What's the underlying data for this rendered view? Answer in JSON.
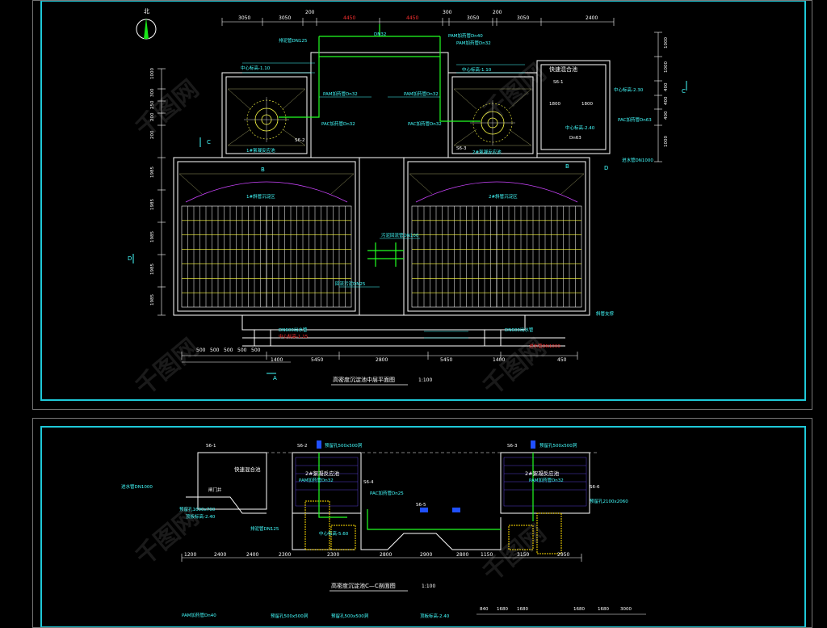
{
  "north_label": "北",
  "plan": {
    "title": "高密度沉淀池中层平面图",
    "scale": "1:100",
    "top_dims": [
      "3050",
      "3050",
      "200",
      "4450",
      "4450",
      "300",
      "3050",
      "200",
      "3050",
      "2400"
    ],
    "bottom_dims_a": [
      "500",
      "500",
      "500",
      "500",
      "500"
    ],
    "bottom_dims_b": [
      "5450",
      "2800",
      "5450",
      "1400",
      "1400",
      "450"
    ],
    "left_dims": [
      "1000",
      "300",
      "250",
      "200",
      "200",
      "1985",
      "1985",
      "1985",
      "1985",
      "1985"
    ],
    "right_dims": [
      "1000",
      "1000",
      "400",
      "400",
      "400",
      "1000"
    ],
    "labels": {
      "pipe_top": "DN32",
      "sludge_pipe": "排泥管DN125",
      "pam1": "PAM加药管Dn32",
      "pam2": "PAM加药管Dn40",
      "center_level": "中心标高-1.10",
      "pac1": "PAC加药管Dn32",
      "reactor1": "1#絮凝反应池",
      "reactor2": "2#絮凝反应池",
      "settler1": "1#斜管沉淀区",
      "settler2": "2#斜管沉淀区",
      "mix_tank": "快速混合池",
      "s6_1": "S6-1",
      "s6_2": "S6-2",
      "s6_3": "S6-3",
      "outlet1": "DN600出水管",
      "outlet2": "DN600出水管",
      "level1": "中心标高-1.15",
      "inlet": "进水管DN1000",
      "sludge_return": "污泥回流管DN100",
      "mixing_pipe": "回流污泥DN25",
      "tube_support": "斜管支撑",
      "section_a": "A",
      "section_b": "B",
      "section_c": "C",
      "section_d": "D",
      "dim_6": "1800",
      "dim_7": "1800",
      "dim_mix": "Dn63",
      "level_mix": "中心标高-2.30",
      "level_mix2": "中心标高-2.40",
      "pac2": "PAC加药管Dn63",
      "inlet_right": "进水管DN1000"
    }
  },
  "section": {
    "title": "高密度沉淀池C—C剖面图",
    "scale": "1:100",
    "labels": {
      "mix_tank": "快速混合池",
      "reactor": "2#絮凝反应池",
      "s6_1": "S6-1",
      "s6_2": "S6-2",
      "s6_3": "S6-3",
      "s6_4": "S6-4",
      "s6_5": "S6-5",
      "s6_6": "S6-6",
      "pam": "PAM加药管Dn32",
      "pam2": "PAM加药管Dn32",
      "pac": "PAC加药管Dn25",
      "hatch": "预留孔500x500洞",
      "hatch2": "预留孔500x500洞",
      "level": "中心标高-5.60",
      "inlet": "进水管DN1000",
      "sludge": "排泥管DN125",
      "box_dim": "预留孔1600x700",
      "box_dim2": "预留孔2100x2060",
      "level2": "顶板标高-2.40",
      "valve": "闸门井"
    },
    "dims": [
      "1200",
      "2400",
      "2400",
      "2300",
      "2300",
      "2800",
      "2900",
      "2800",
      "1150",
      "3150",
      "2950"
    ],
    "top_dims": [
      "840",
      "1680",
      "1680",
      "1680",
      "1680",
      "3000"
    ]
  },
  "bottom_partial": {
    "label1": "PAM加药管Dn40",
    "label2": "预留孔500x500洞",
    "label3": "预留孔500x500洞",
    "label4": "顶板标高-2.40"
  },
  "watermark": "千图网"
}
